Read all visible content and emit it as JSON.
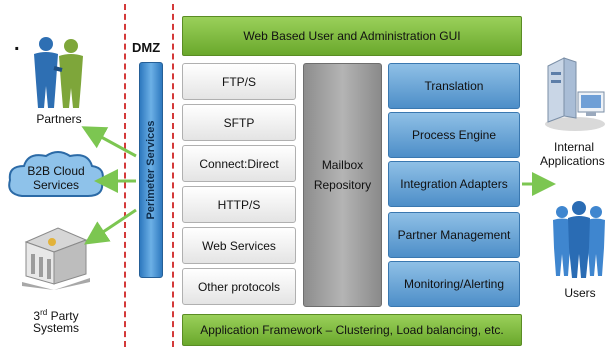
{
  "dmz_label": "DMZ",
  "perimeter_label": "Perimeter Services",
  "top_bar": "Web Based User and Administration GUI",
  "bottom_bar": "Application Framework – Clustering, Load balancing, etc.",
  "protocols": [
    "FTP/S",
    "SFTP",
    "Connect:Direct",
    "HTTP/S",
    "Web Services",
    "Other protocols"
  ],
  "mailbox": {
    "line1": "Mailbox",
    "line2": "Repository"
  },
  "services": [
    "Translation",
    "Process Engine",
    "Integration Adapters",
    "Partner Management",
    "Monitoring/Alerting"
  ],
  "left": {
    "bullet": ".",
    "partners": "Partners",
    "cloud_line1": "B2B Cloud",
    "cloud_line2": "Services",
    "third_party_num": "3",
    "third_party_sup": "rd",
    "third_party_rest": " Party",
    "systems": "Systems"
  },
  "right": {
    "internal_line1": "Internal",
    "internal_line2": "Applications",
    "users": "Users"
  },
  "colors": {
    "dmz_line": "#d43a3a",
    "green_bar": "#7ab83c",
    "blue_service": "#5b9bd2",
    "perimeter": "#3f8cd0",
    "mailbox": "#a0a0a0",
    "arrow": "#7cc651"
  },
  "icons": [
    "partners-people-icon",
    "cloud-icon",
    "bank-building-icon",
    "server-computers-icon",
    "users-people-icon"
  ]
}
